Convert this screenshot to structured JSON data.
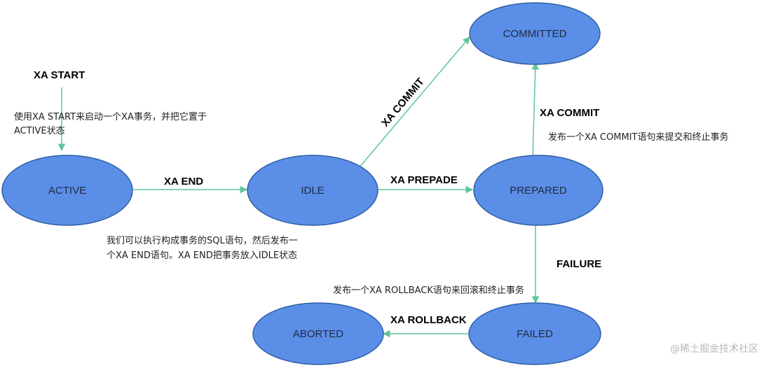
{
  "colors": {
    "node_fill": "#5b8ee6",
    "node_stroke": "#2f5fa8",
    "edge": "#5ec597"
  },
  "nodes": {
    "active": "ACTIVE",
    "idle": "IDLE",
    "prepared": "PREPARED",
    "committed": "COMMITTED",
    "failed": "FAILED",
    "aborted": "ABORTED"
  },
  "edges": {
    "xa_start": "XA START",
    "xa_end": "XA END",
    "xa_prepade": "XA PREPADE",
    "xa_commit_idle": "XA COMMIT",
    "xa_commit_prepared": "XA COMMIT",
    "failure": "FAILURE",
    "xa_rollback": "XA ROLLBACK"
  },
  "notes": {
    "start_line1": "使用XA START来启动一个XA事务，并把它置于",
    "start_line2": "ACTIVE状态",
    "end_line1": "我们可以执行构成事务的SQL语句，然后发布一",
    "end_line2": "个XA END语句。XA END把事务放入IDLE状态",
    "commit": "发布一个XA COMMIT语句来提交和终止事务",
    "rollback": "发布一个XA ROLLBACK语句来回滚和终止事务"
  },
  "watermark": "@稀土掘金技术社区"
}
